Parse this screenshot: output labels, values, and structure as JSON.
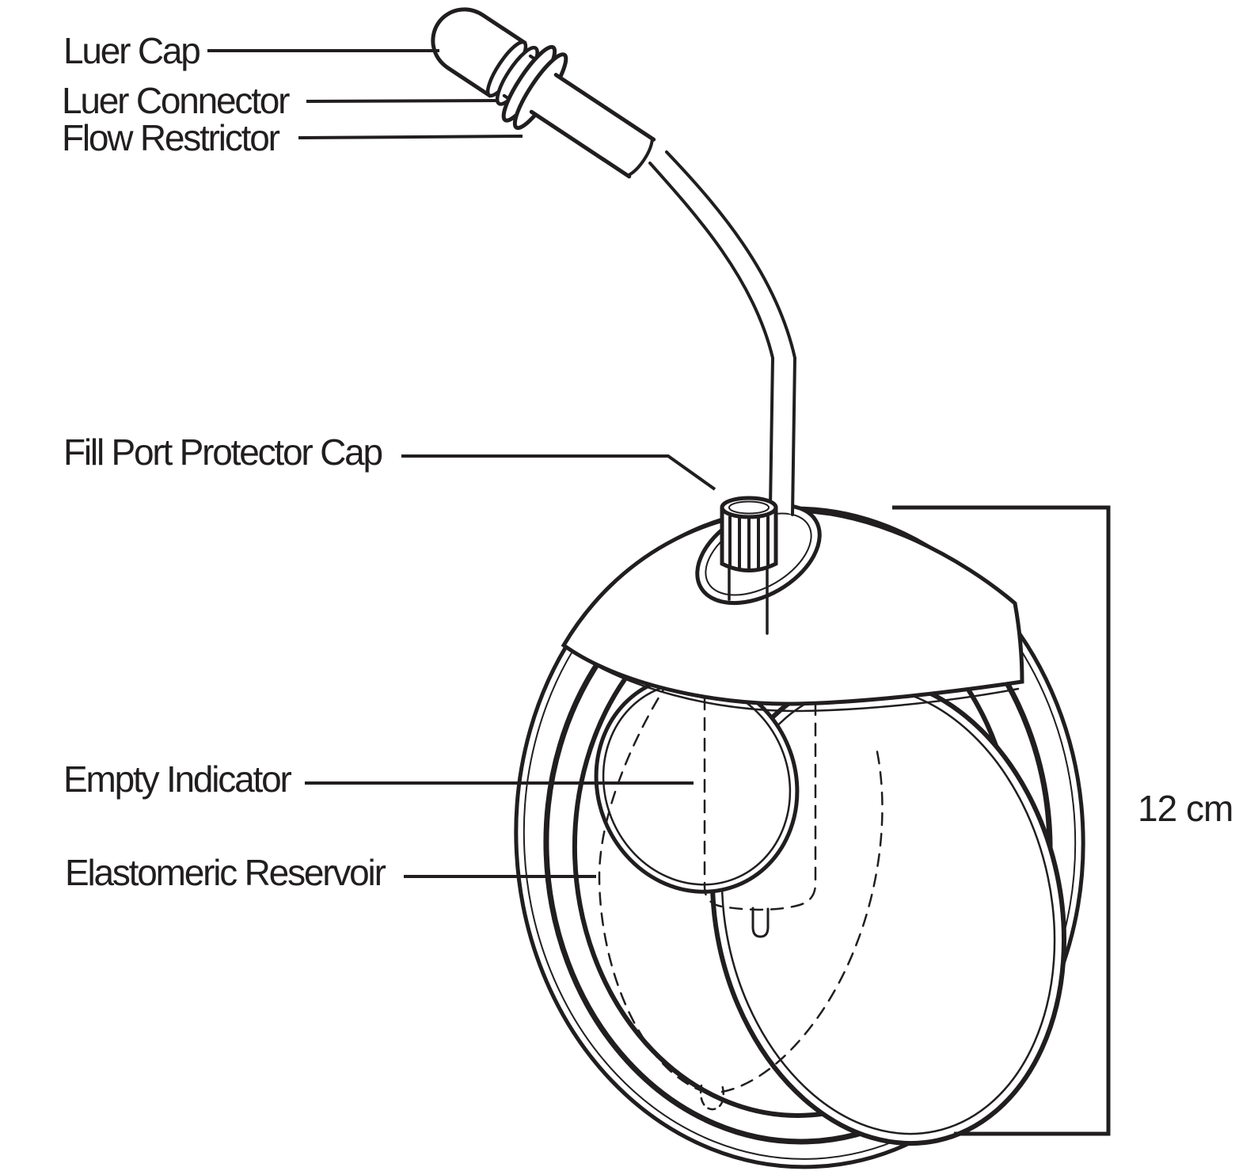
{
  "page": {
    "title": "Elastomeric Infusion Pump Diagram",
    "background_color": "#ffffff",
    "line_color": "#211e1f"
  },
  "labels": {
    "luer_cap": "Luer Cap",
    "luer_connector": "Luer Connector",
    "flow_restrictor": "Flow Restrictor",
    "fill_port_protector_cap": "Fill Port Protector Cap",
    "empty_indicator": "Empty Indicator",
    "elastomeric_reservoir": "Elastomeric Reservoir"
  },
  "dimension": {
    "height_label": "12 cm"
  }
}
